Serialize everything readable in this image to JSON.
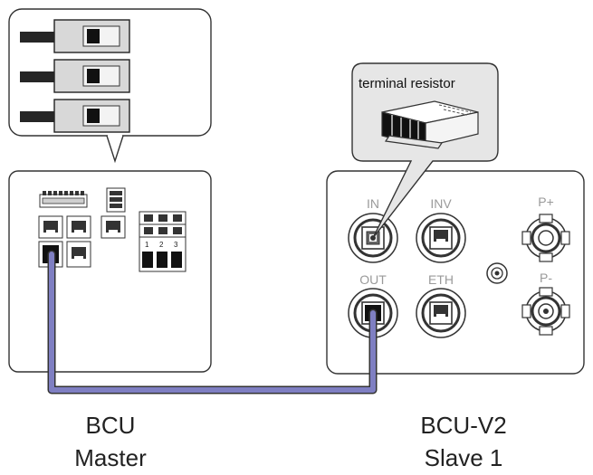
{
  "diagram": {
    "callout_label": "terminal resistor",
    "slave_ports": {
      "in": "IN",
      "inv": "INV",
      "out": "OUT",
      "eth": "ETH",
      "p_plus": "P+",
      "p_minus": "P-"
    },
    "terminal_block_numbers": [
      "1",
      "2",
      "3"
    ],
    "master": {
      "name": "BCU",
      "role": "Master"
    },
    "slave": {
      "name": "BCU-V2",
      "role": "Slave 1"
    },
    "colors": {
      "cable": "#7f7fc2",
      "outline": "#333333",
      "callout_fill": "#e6e6e6",
      "port_label": "#9a9a9a"
    }
  }
}
